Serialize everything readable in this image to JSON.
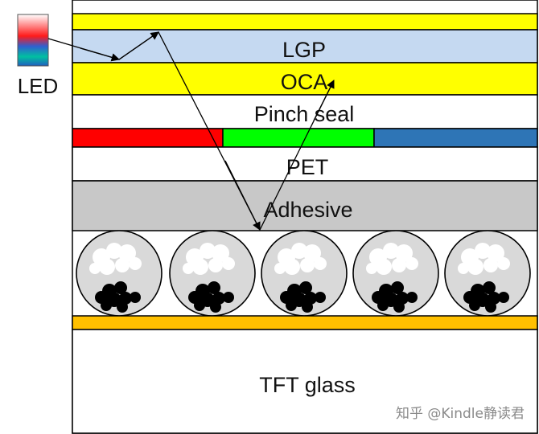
{
  "diagram": {
    "led_label": "LED",
    "layers": {
      "top_film": "",
      "lgp": "LGP",
      "oca": "OCA",
      "pinch_seal": "Pinch seal",
      "pet": "PET",
      "adhesive": "Adhesive",
      "tft_glass": "TFT glass"
    },
    "capsule_count": 5,
    "colors": {
      "yellow": "#ffff00",
      "lgp_blue": "#c5d9f1",
      "adhesive_gray": "#c8c8c8",
      "filter_red": "#ff0000",
      "filter_green": "#00ff00",
      "filter_blue": "#2e75b6",
      "electrode_orange": "#ffc000",
      "capsule_gray": "#d9d9d9"
    }
  },
  "watermark": "知乎 @Kindle静读君"
}
